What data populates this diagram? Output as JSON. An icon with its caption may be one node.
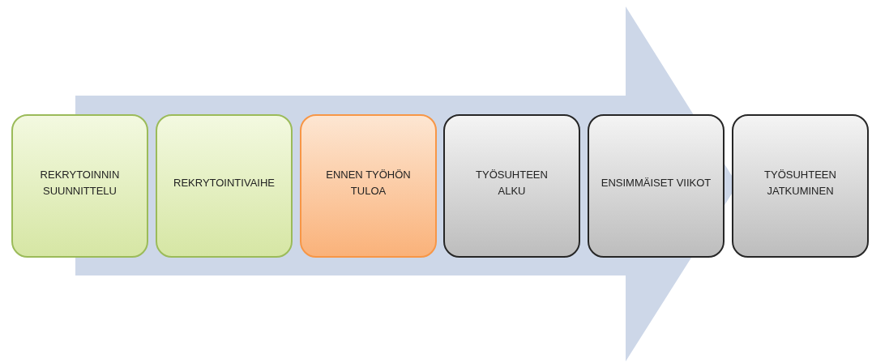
{
  "diagram": {
    "nodes": [
      {
        "text": [
          "REKRYTOINNIN SUUNNITTELU"
        ]
      },
      {
        "text": [
          "REKRYTOINTIVAIHE"
        ]
      },
      {
        "text": [
          "ENNEN TYÖHÖN TULOA"
        ]
      },
      {
        "text": [
          "TYÖSUHTEEN ALKU"
        ]
      },
      {
        "text": [
          "ENSIMMÄISET VIIKOT"
        ]
      },
      {
        "text": [
          "TYÖSUHTEEN JATKUMINEN"
        ]
      }
    ],
    "edges": [
      {
        "from": 0,
        "to": 5,
        "arrow": "to"
      }
    ]
  }
}
